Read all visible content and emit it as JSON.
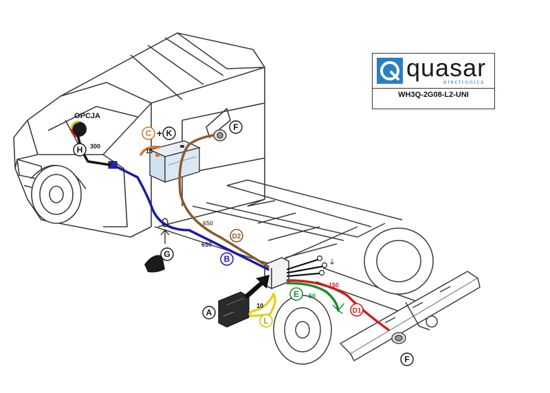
{
  "brand": {
    "name": "quasar",
    "tagline": "electronics",
    "model": "WH3Q-2G08-L2-UNI",
    "accent_color": "#2a7fc1",
    "logo_icon": "quasar-q-logo-icon"
  },
  "labels": {
    "option": "OPCJA",
    "a": "A",
    "b": "B",
    "c": "C",
    "plus": "+",
    "k": "K",
    "d1": "D1",
    "d2": "D2",
    "e": "E",
    "f_top": "F",
    "f_bottom": "F",
    "g": "G",
    "h": "H",
    "l": "L"
  },
  "lengths": {
    "h": "300",
    "c": "15",
    "d2": "650",
    "b": "650",
    "d1": "150",
    "e": "50",
    "l": "10"
  },
  "colors": {
    "wire_b": "#1a1aa8",
    "wire_c": "#d8732b",
    "wire_d1": "#cc1f1f",
    "wire_d2": "#8a5a2b",
    "wire_e": "#1c8c2c",
    "wire_h": "#111111",
    "wire_l": "#e6d21a",
    "truck_outline": "#3a3a3a"
  }
}
